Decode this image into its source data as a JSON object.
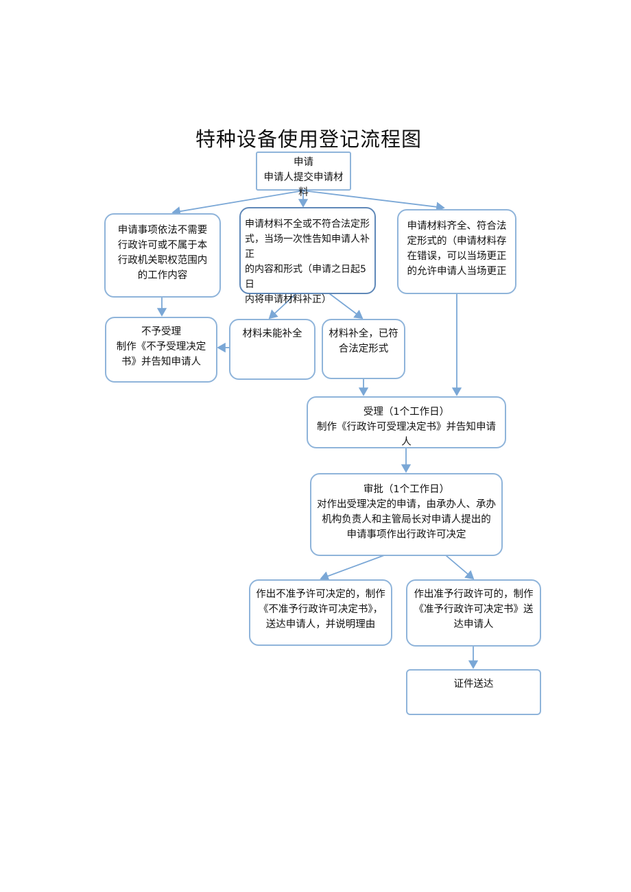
{
  "title": "特种设备使用登记流程图",
  "nodes": {
    "apply": [
      "申请",
      "申请人提交申请材料"
    ],
    "not_needed": [
      "申请事项依法不需要",
      "行政许可或不属于本",
      "行政机关职权范围内",
      "的工作内容"
    ],
    "incomplete": [
      "申请材料不全或不符合法定形",
      "式，当场一次性告知申请人补正",
      "的内容和形式（申请之日起5日",
      "内将申请材料补正）"
    ],
    "complete": [
      "申请材料齐全、符合法",
      "定形式的（申请材料存",
      "在错误，可以当场更正",
      "的允许申请人当场更正"
    ],
    "reject": [
      "不予受理",
      "制作《不予受理决定",
      "书》并告知申请人"
    ],
    "not_supplemented": [
      "材料未能补全"
    ],
    "supplemented": [
      "材料补全，已符",
      "合法定形式"
    ],
    "accept": [
      "受理（1个工作日）",
      "制作《行政许可受理决定书》并告知申请人"
    ],
    "approve": [
      "审批（1个工作日）",
      "对作出受理决定的申请，由承办人、承办",
      "机构负责人和主管局长对申请人提出的",
      "申请事项作出行政许可决定"
    ],
    "deny": [
      "作出不准予许可决定的，制作",
      "《不准予行政许可决定书》，",
      "送达申请人，并说明理由"
    ],
    "grant": [
      "作出准予行政许可的，制作",
      "《准予行政许可决定书》送",
      "达申请人"
    ],
    "deliver": [
      "证件送达"
    ]
  },
  "colors": {
    "border": "#8fb4da",
    "border_dark": "#5f88b8",
    "arrow": "#7aa7d6"
  }
}
